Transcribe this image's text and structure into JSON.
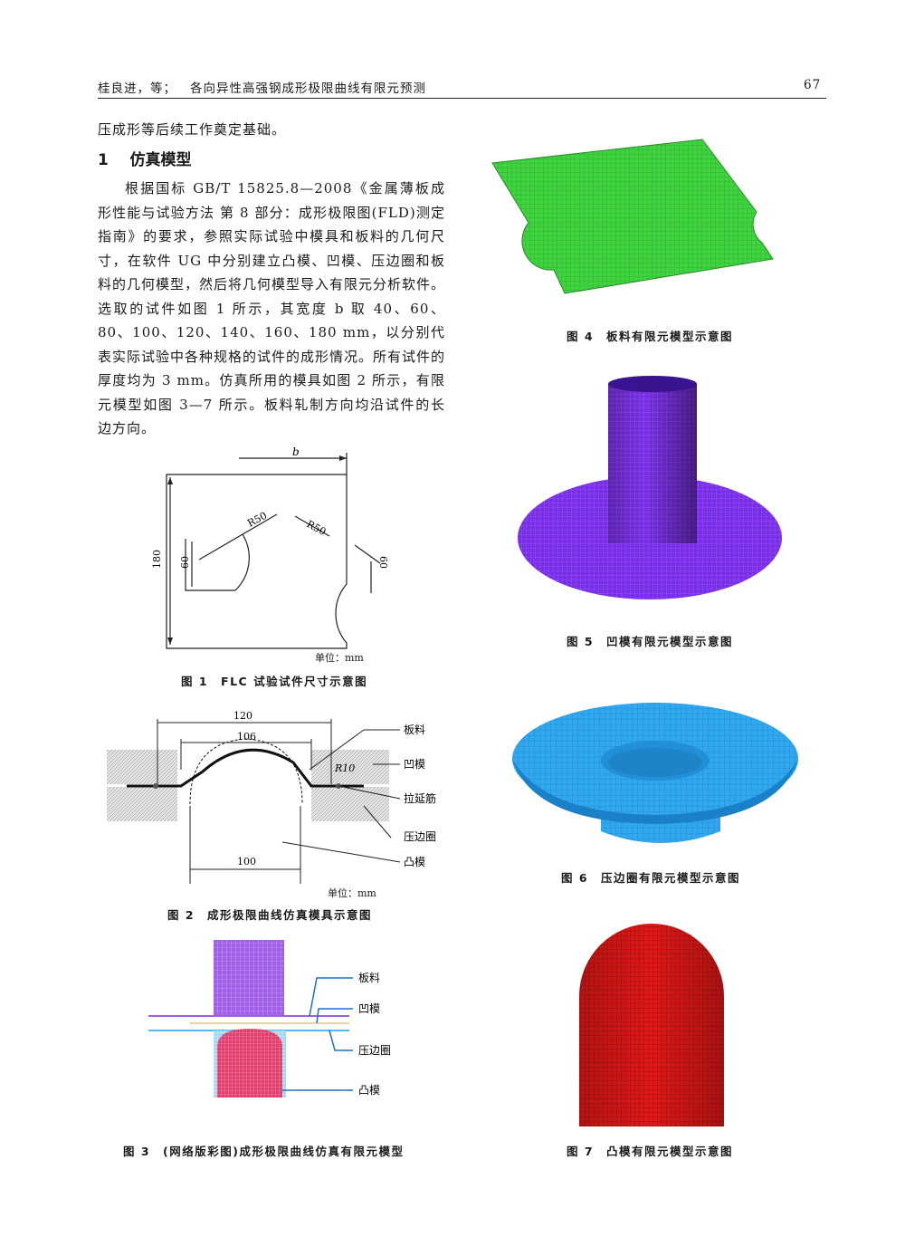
{
  "header": {
    "authors": "桂良进，等；",
    "title": "各向异性高强钢成形极限曲线有限元预测",
    "page_number": "67"
  },
  "intro_line": "压成形等后续工作奠定基础。",
  "section": {
    "number": "1",
    "title": "仿真模型"
  },
  "body_text": "根据国标 GB/T 15825.8—2008《金属薄板成形性能与试验方法 第 8 部分：成形极限图(FLD)测定指南》的要求，参照实际试验中模具和板料的几何尺寸，在软件 UG 中分别建立凸模、凹模、压边圈和板料的几何模型，然后将几何模型导入有限元分析软件。选取的试件如图 1 所示，其宽度 b 取 40、60、80、100、120、140、160、180 mm，以分别代表实际试验中各种规格的试件的成形情况。所有试件的厚度均为 3 mm。仿真所用的模具如图 2 所示，有限元模型如图 3—7 所示。板料轧制方向均沿试件的长边方向。",
  "fig1": {
    "dim_b": "b",
    "r_left": "R50",
    "r_right": "R50",
    "h180": "180",
    "h60_left": "60",
    "h60_right": "60",
    "unit": "单位：mm",
    "caption": "图 1　FLC 试验试件尺寸示意图"
  },
  "fig2": {
    "d120": "120",
    "d106": "106",
    "d100": "100",
    "r10": "R10",
    "l_sheet": "板料",
    "l_die": "凹模",
    "l_bead": "拉延筋",
    "l_holder": "压边圈",
    "l_punch": "凸模",
    "unit": "单位：mm",
    "caption": "图 2　成形极限曲线仿真模具示意图"
  },
  "fig3": {
    "l_sheet": "板料",
    "l_die": "凹模",
    "l_holder": "压边圈",
    "l_punch": "凸模",
    "caption": "图 3　(网络版彩图)成形极限曲线仿真有限元模型"
  },
  "fig4": {
    "caption": "图 4　板料有限元模型示意图",
    "color": "#3fd43f"
  },
  "fig5": {
    "caption": "图 5　凹模有限元模型示意图",
    "color": "#7a2ee8"
  },
  "fig6": {
    "caption": "图 6　压边圈有限元模型示意图",
    "color": "#2fa8f0"
  },
  "fig7": {
    "caption": "图 7　凸模有限元模型示意图",
    "color": "#e01818"
  }
}
